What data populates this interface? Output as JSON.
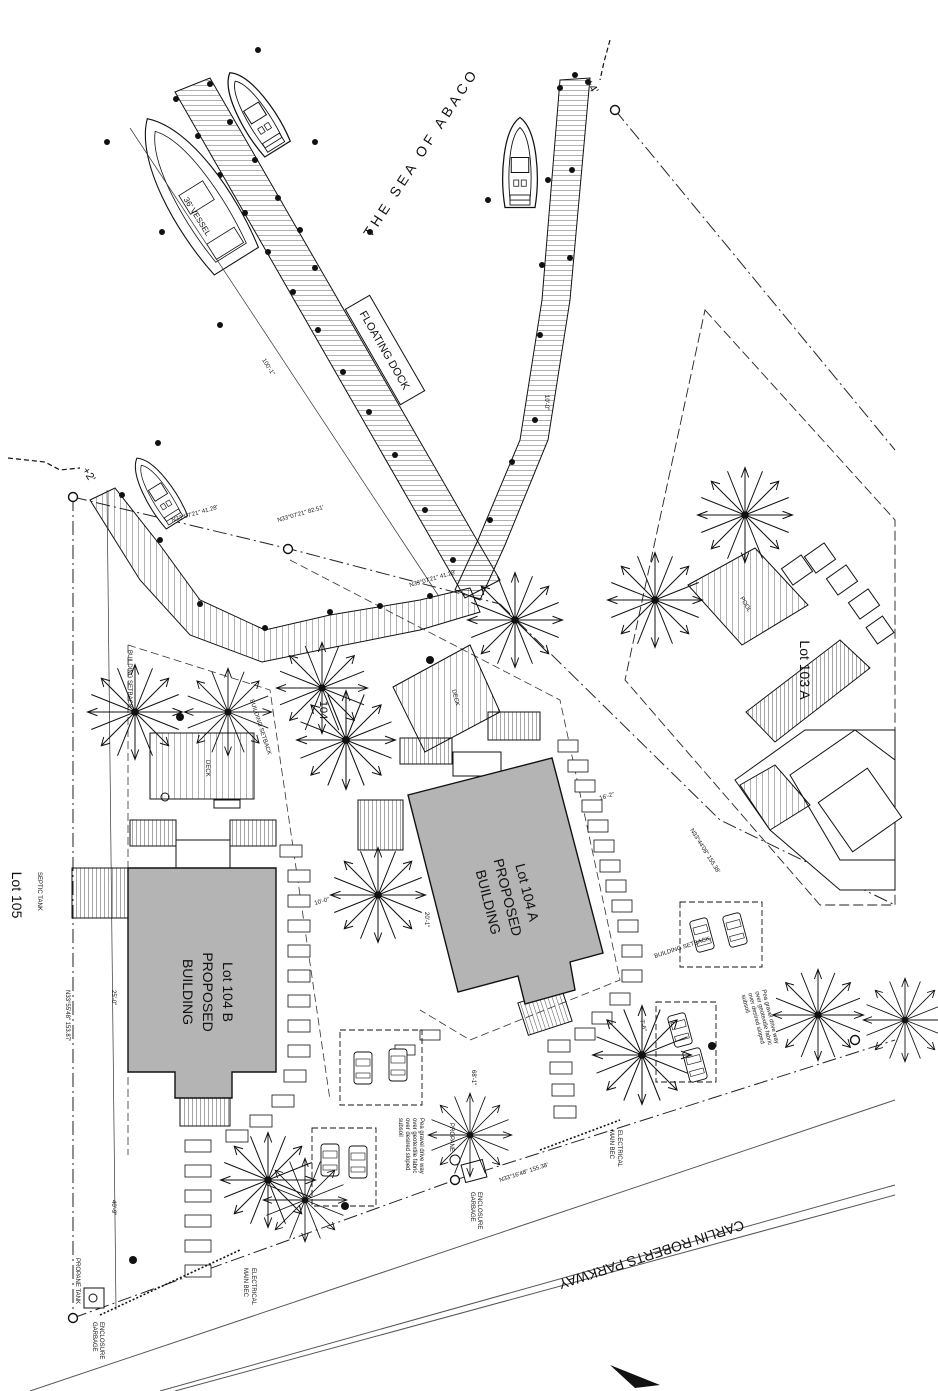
{
  "labels": {
    "sea": "THE SEA OF ABACO",
    "floating_dock": "FLOATING DOCK",
    "vessel": "36' VESSEL",
    "lot_105": "Lot 105",
    "lot_103a": "Lot 103 A",
    "lot_104": "104",
    "road": "CARLIN ROBERTS PARKWAY"
  },
  "buildings": [
    {
      "line1": "Lot 104 B",
      "line2": "PROPOSED",
      "line3": "BUILDING",
      "fill": "#b4b4b4"
    },
    {
      "line1": "Lot 104 A",
      "line2": "PROPOSED",
      "line3": "BUILDING",
      "fill": "#b4b4b4"
    }
  ],
  "annotations": {
    "drive_note_lines": [
      "Pea gravel drive way",
      "over geotextile fabric",
      "over desired sloped",
      "subsoil"
    ],
    "electrical_main": "ELECTRICAL",
    "main_bec": "MAIN BEC",
    "propane_tank": "PROPANE TANK",
    "propane": "PROPANE",
    "enclosure_garbage": "ENCLOSURE",
    "garbage": "GARBAGE",
    "building_setback": "BUILDING SETBACK",
    "septic_tank": "SEPTIC TANK",
    "deck": "DECK",
    "pool": "POOL",
    "elev_plus2": "+2'",
    "elev_plus4": "+4'"
  },
  "dimensions": {
    "bearing_1": "N33°07'21\" 82.51'",
    "bearing_2": "N33°07'21\" 41.28'",
    "bearing_3": "N33°07'21\" 41.28'",
    "bearing_4": "N33°55'48\" 153.87'",
    "bearing_5": "N33°16'48\" 155.38'",
    "bearing_6": "N33°44'08\" 155.38'",
    "dim_25": "25'-0\"",
    "dim_40": "40'-9\"",
    "dim_10": "10'-0\"",
    "dim_100": "100'-1\"",
    "dim_16": "16'-2\"",
    "dim_20": "20'-1\"",
    "dim_7": "7'-6\"",
    "dim_68": "68'-1\""
  },
  "colors": {
    "line": "#111111",
    "building_fill": "#b4b4b4",
    "background": "#ffffff"
  }
}
